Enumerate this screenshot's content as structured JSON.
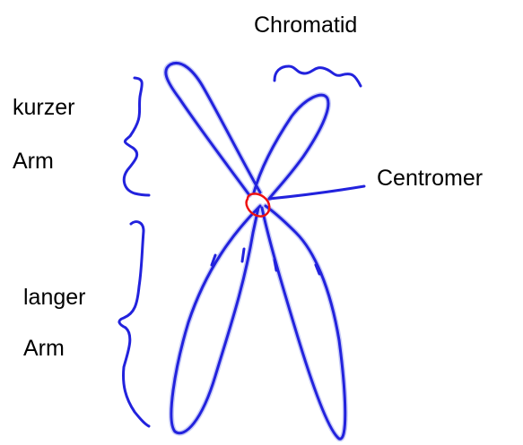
{
  "labels": {
    "chromatid": "Chromatid",
    "short_arm_line1": "kurzer",
    "short_arm_line2": "Arm",
    "centromere": "Centromer",
    "long_arm_line1": "langer",
    "long_arm_line2": "Arm"
  },
  "colors": {
    "chromosome_outline": "#2222dd",
    "outline_halo": "#c9cdf7",
    "centromere_ring": "#ee1111",
    "text": "#000000",
    "background": "#ffffff"
  }
}
